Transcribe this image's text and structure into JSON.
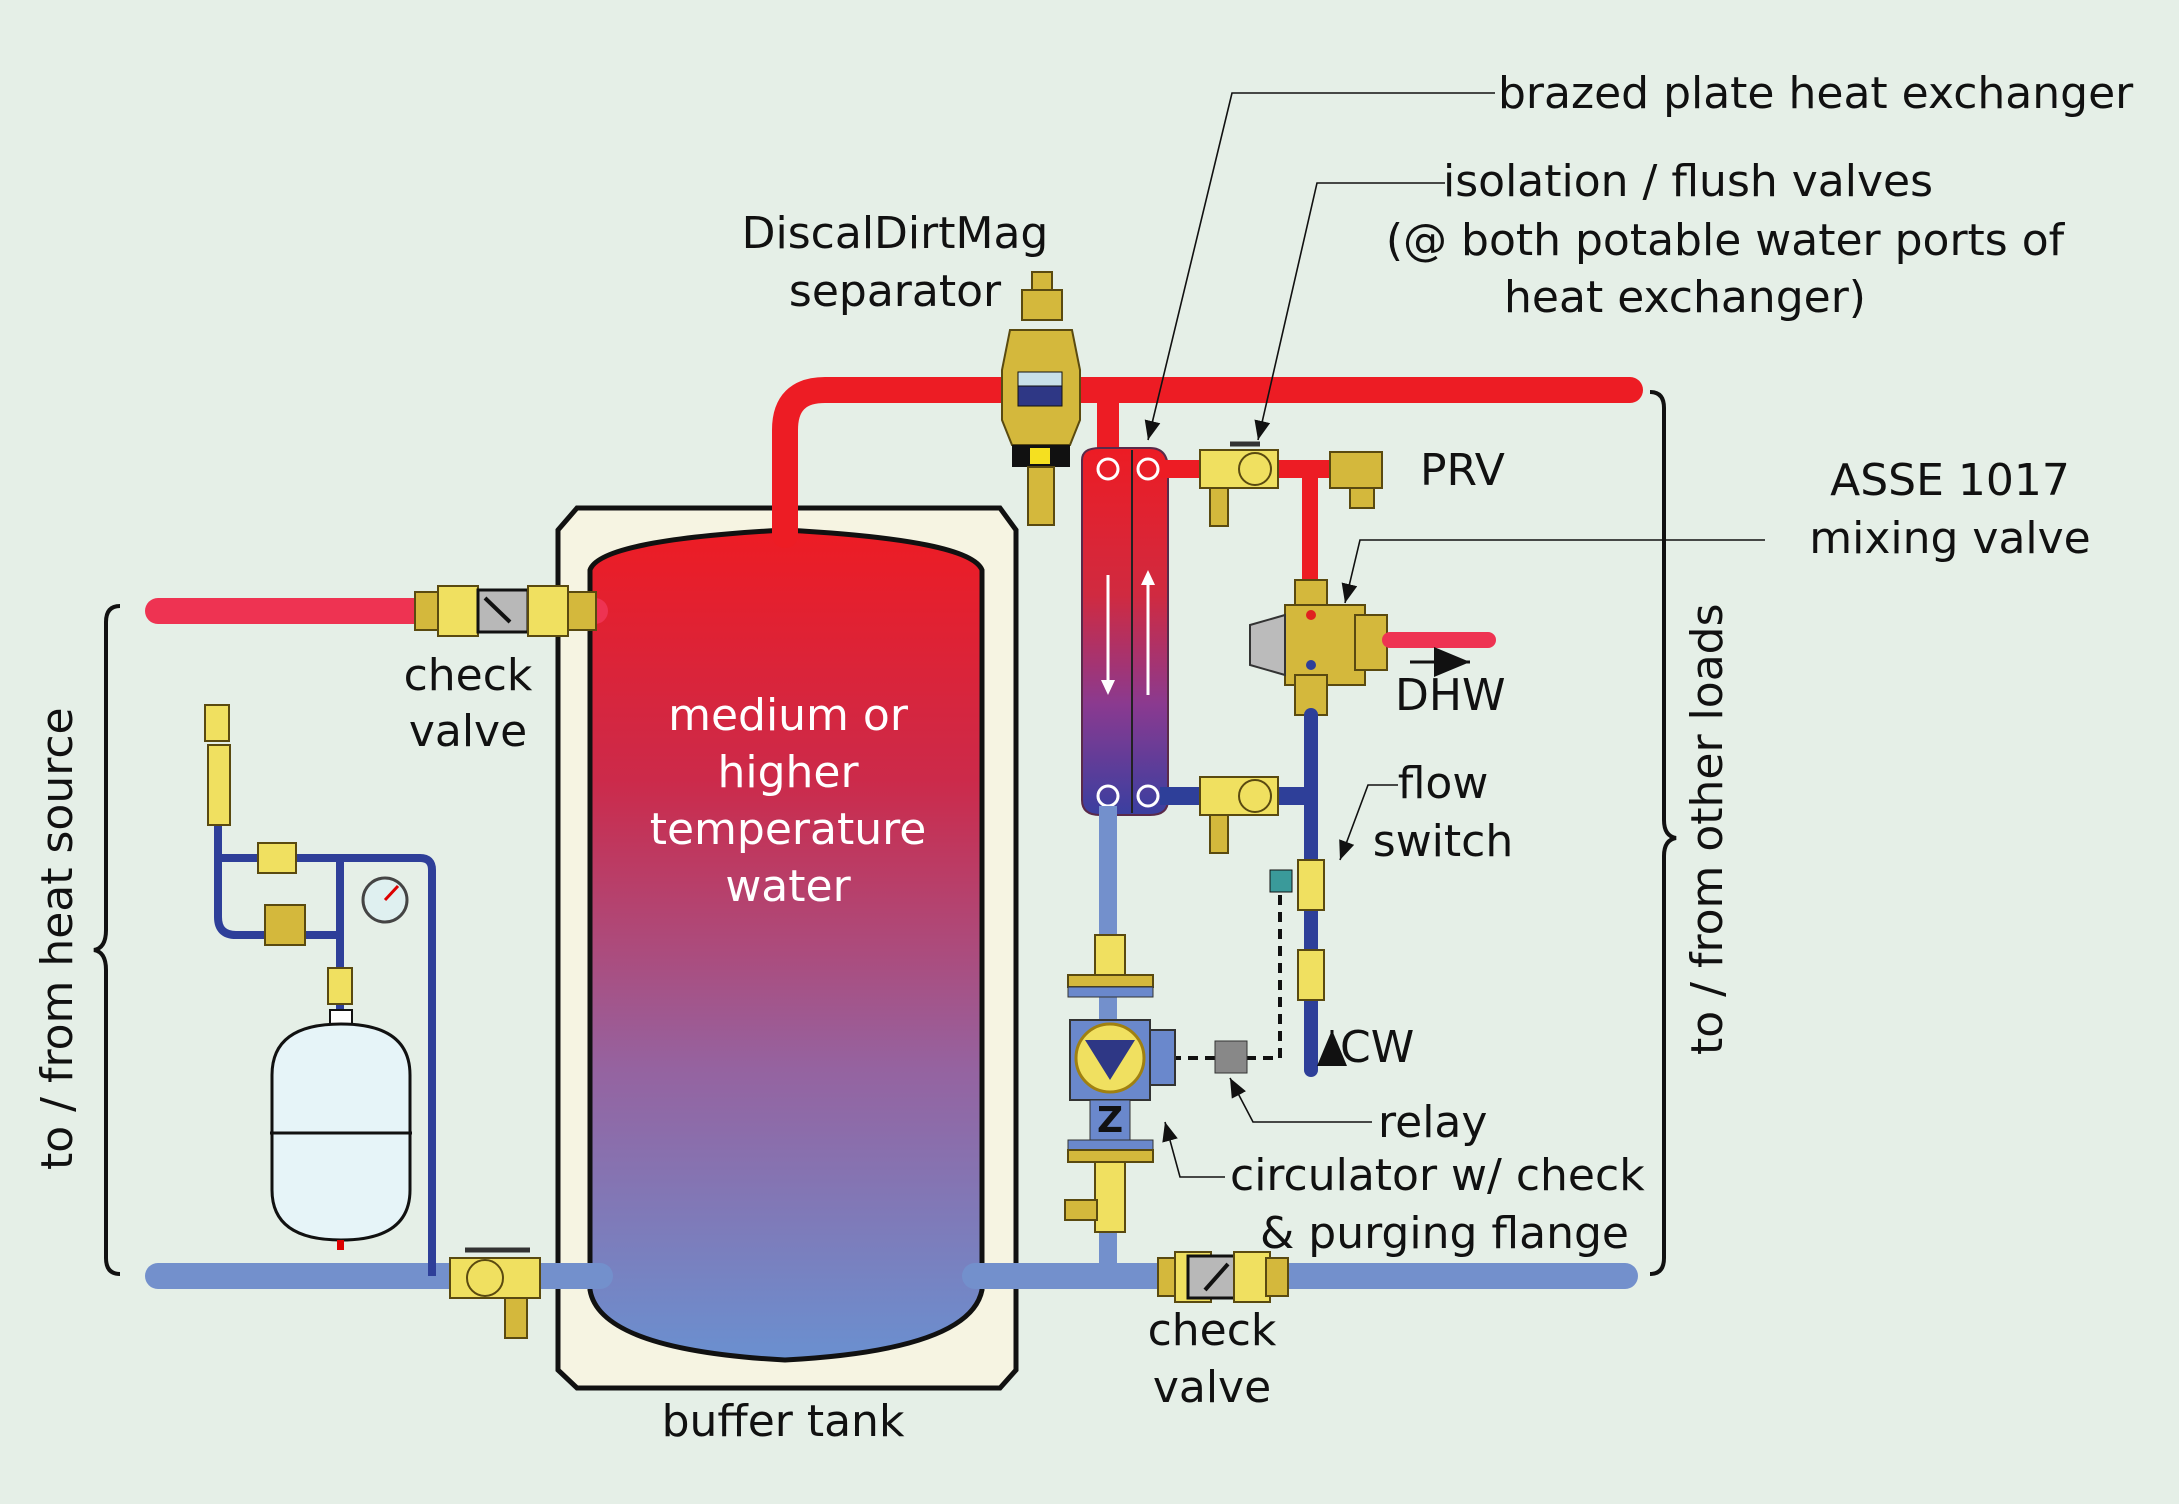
{
  "diagram": {
    "title": "Buffer tank with brazed plate heat exchanger DHW subassembly",
    "colors": {
      "background": "#e5efe7",
      "hot_pipe": "#ed1c24",
      "hot_pipe_light": "#ee3352",
      "cold_pipe": "#2e3f99",
      "return_pipe": "#7390cc",
      "brass": "#d4b83c",
      "tank_shell": "#f6f4e2"
    },
    "labels": {
      "brazed_plate": "brazed plate heat exchanger",
      "isolation_line1": "isolation / flush valves",
      "isolation_line2": "(@ both potable water ports of",
      "isolation_line3": "heat exchanger)",
      "separator_line1": "DiscalDirtMag",
      "separator_line2": "separator",
      "prv": "PRV",
      "mixing_line1": "ASSE 1017",
      "mixing_line2": "mixing valve",
      "dhw": "DHW",
      "flow_line1": "flow",
      "flow_line2": "switch",
      "cw": "CW",
      "relay": "relay",
      "circulator_line1": "circulator w/ check",
      "circulator_line2": "& purging flange",
      "check_top_line1": "check",
      "check_top_line2": "valve",
      "check_bottom_line1": "check",
      "check_bottom_line2": "valve",
      "tank_line1": "medium or",
      "tank_line2": "higher",
      "tank_line3": "temperature",
      "tank_line4": "water",
      "buffer_tank": "buffer tank",
      "heat_source": "to / from heat source",
      "other_loads": "to / from other loads"
    }
  }
}
